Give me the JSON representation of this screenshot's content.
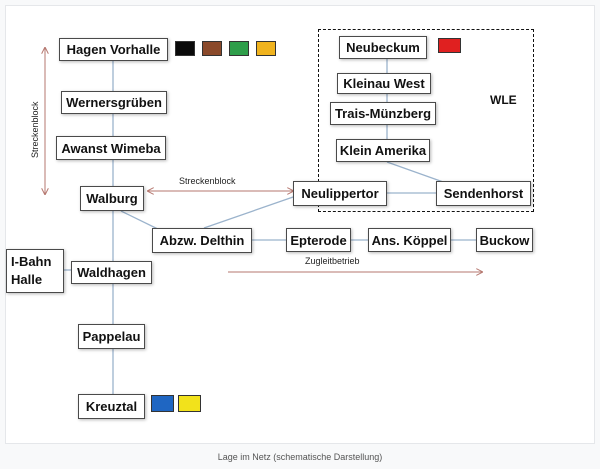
{
  "stations": {
    "hagen_vorhalle": "Hagen Vorhalle",
    "wernersgrueben": "Wernersgrüben",
    "awanst_wimeba": "Awanst Wimeba",
    "walburg": "Walburg",
    "waldhagen": "Waldhagen",
    "pappelau": "Pappelau",
    "kreuztal": "Kreuztal",
    "i_bahn_halle_line1": "I-Bahn",
    "i_bahn_halle_line2": "Halle",
    "abzw_delthin": "Abzw. Delthin",
    "epterode": "Epterode",
    "ans_koeppel": "Ans. Köppel",
    "buckow": "Buckow",
    "neulippertor": "Neulippertor",
    "sendenhorst": "Sendenhorst",
    "neubeckum": "Neubeckum",
    "kleinau_west": "Kleinau West",
    "trais_muenzberg": "Trais-Münzberg",
    "klein_amerika": "Klein Amerika"
  },
  "labels": {
    "wle": "WLE",
    "streckenblock_vertical": "Streckenblock",
    "streckenblock_horizontal": "Streckenblock",
    "zugleitbetrieb": "Zugleitbetrieb"
  },
  "caption": "Lage im Netz (schematische Darstellung)",
  "colors": {
    "hagen_swatches": [
      "#0a0a0a",
      "#8b4a2b",
      "#2e9e4a",
      "#f0b31e"
    ],
    "neubeckum_swatch": "#e02020",
    "kreuztal_swatches": [
      "#1f66c2",
      "#f2e21b"
    ],
    "arrow": "#b5776f",
    "line": "#9bb3cc"
  }
}
